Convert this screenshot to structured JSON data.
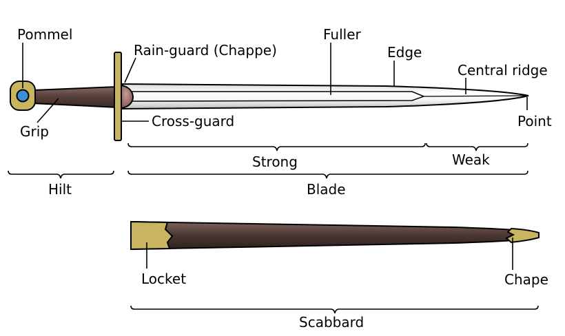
{
  "labels": {
    "pommel": "Pommel",
    "grip": "Grip",
    "rain_guard": "Rain-guard (Chappe)",
    "cross_guard": "Cross-guard",
    "fuller": "Fuller",
    "edge": "Edge",
    "central_ridge": "Central ridge",
    "point": "Point",
    "strong": "Strong",
    "weak": "Weak",
    "hilt": "Hilt",
    "blade": "Blade",
    "locket": "Locket",
    "chape": "Chape",
    "scabbard": "Scabbard"
  },
  "colors": {
    "gold": "#c8b461",
    "pommel_gem": "#3b8fd6",
    "grip_dark": "#4a3632",
    "grip_light": "#8a6d66",
    "blade_light": "#ffffff",
    "blade_shade": "#c9c9c9",
    "outline": "#000000",
    "rain_guard": "#9a6e6a"
  }
}
